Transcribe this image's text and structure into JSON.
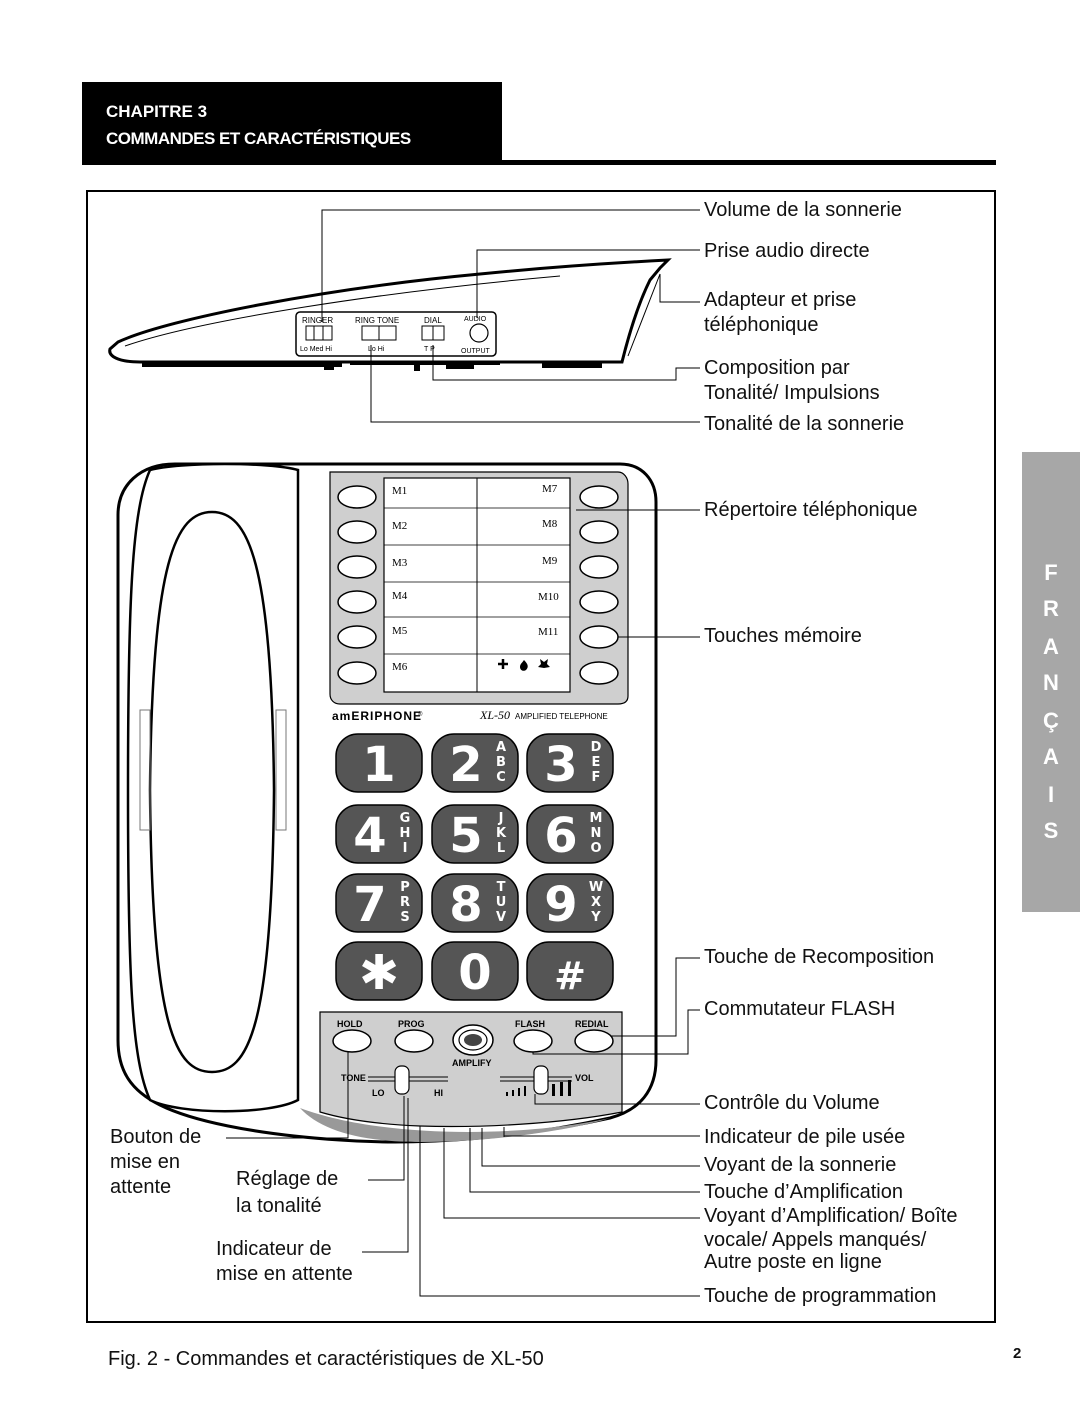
{
  "header": {
    "chapter": "CHAPITRE  3",
    "title": "COMMANDES ET  CARACTÉRISTIQUES"
  },
  "side_tab": {
    "letters": [
      "F",
      "R",
      "A",
      "N",
      "Ç",
      "A",
      "I",
      "S"
    ]
  },
  "callouts_right": {
    "ringer_volume": "Volume de la sonnerie",
    "audio_jack": "Prise audio directe",
    "adapter_1": "Adapteur et prise",
    "adapter_2": "téléphonique",
    "dial_mode_1": "Composition par",
    "dial_mode_2": "Tonalité/ Impulsions",
    "ring_tone": "Tonalité de la sonnerie",
    "directory": "Répertoire téléphonique",
    "memory_keys": "Touches mémoire",
    "redial": "Touche de Recomposition",
    "flash": "Commutateur FLASH",
    "volume_control": "Contrôle du Volume",
    "low_battery": "Indicateur de pile usée",
    "ring_light": "Voyant de la sonnerie",
    "amplify_key": "Touche d’Amplification",
    "amplify_light_1": "Voyant d’Amplification/ Boîte",
    "amplify_light_2": "vocale/ Appels manqués/",
    "amplify_light_3": "Autre poste en ligne",
    "program_key": "Touche de programmation"
  },
  "callouts_left": {
    "hold_1": "Bouton de",
    "hold_2": "mise en",
    "hold_3": "attente",
    "tone_1": "Réglage de",
    "tone_2": "la tonalité",
    "hold_ind_1": "Indicateur de",
    "hold_ind_2": "mise en attente"
  },
  "phone": {
    "side_panel": {
      "ringer": "RINGER",
      "ringer_sub": "Lo Med Hi",
      "ring_tone": "RING TONE",
      "ring_tone_sub": "Lo    Hi",
      "dial": "DIAL",
      "dial_sub": "T  P",
      "audio": "AUDIO",
      "audio_sub": "OUTPUT"
    },
    "memory_left": [
      "M1",
      "M2",
      "M3",
      "M4",
      "M5",
      "M6"
    ],
    "memory_right": [
      "M7",
      "M8",
      "M9",
      "M10",
      "M11"
    ],
    "brand": "amERIPHONE",
    "brand_mark": "®",
    "model": "XL-50",
    "model_sub": "AMPLIFIED TELEPHONE",
    "keys": [
      {
        "digit": "1",
        "letters": ""
      },
      {
        "digit": "2",
        "letters": "ABC"
      },
      {
        "digit": "3",
        "letters": "DEF"
      },
      {
        "digit": "4",
        "letters": "GHI"
      },
      {
        "digit": "5",
        "letters": "JKL"
      },
      {
        "digit": "6",
        "letters": "MNO"
      },
      {
        "digit": "7",
        "letters": "PRS"
      },
      {
        "digit": "8",
        "letters": "TUV"
      },
      {
        "digit": "9",
        "letters": "WXY"
      },
      {
        "digit": "✱",
        "letters": ""
      },
      {
        "digit": "0",
        "letters": ""
      },
      {
        "digit": "#",
        "letters": ""
      }
    ],
    "func_keys": [
      "HOLD",
      "PROG",
      "FLASH",
      "REDIAL"
    ],
    "amplify": "AMPLIFY",
    "tone": "TONE",
    "lo": "LO",
    "hi": "HI",
    "vol": "VOL"
  },
  "caption": "Fig. 2 - Commandes et caractéristiques de XL-50",
  "page_number": "2"
}
